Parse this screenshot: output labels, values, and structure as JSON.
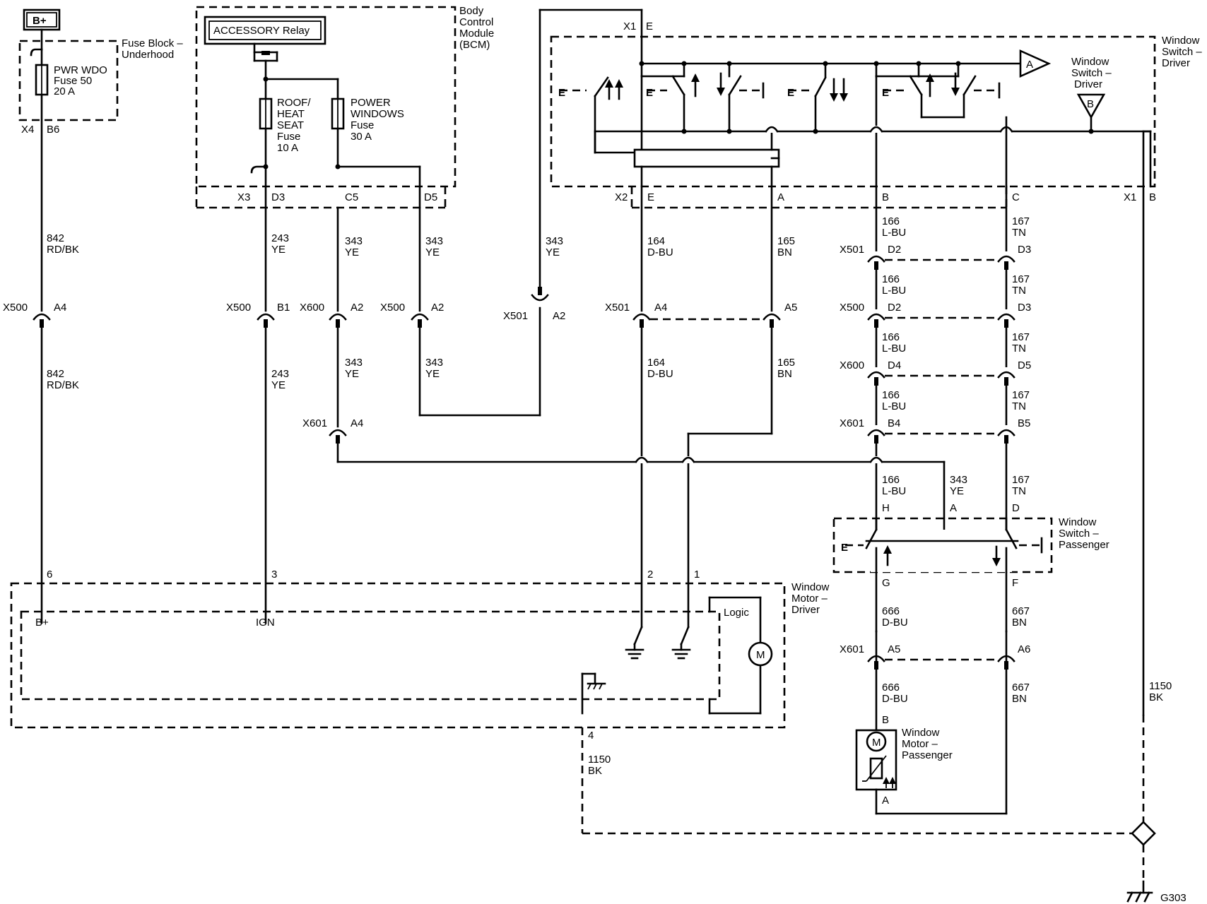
{
  "components": {
    "battery": "B+",
    "fuse_block_underhood": [
      "Fuse Block –",
      "Underhood"
    ],
    "pwr_wdo_fuse": [
      "PWR WDO",
      "Fuse 50",
      "20 A"
    ],
    "accessory_relay": "ACCESSORY Relay",
    "roof_heat_seat_fuse": [
      "ROOF/",
      "HEAT",
      "SEAT",
      "Fuse",
      "10 A"
    ],
    "power_windows_fuse": [
      "POWER",
      "WINDOWS",
      "Fuse",
      "30 A"
    ],
    "bcm": [
      "Body",
      "Control",
      "Module",
      "(BCM)"
    ],
    "window_switch_driver": [
      "Window",
      "Switch –",
      "Driver"
    ],
    "window_switch_driver_ref": [
      "Window",
      "Switch –",
      "Driver"
    ],
    "window_switch_passenger": [
      "Window",
      "Switch –",
      "Passenger"
    ],
    "window_motor_driver": [
      "Window",
      "Motor –",
      "Driver"
    ],
    "window_motor_passenger": [
      "Window",
      "Motor –",
      "Passenger"
    ],
    "logic": "Logic",
    "motor_symbol": "M",
    "b_plus_pin": "B+",
    "ign_pin": "IGN",
    "ground": "G303",
    "ref_a": "A",
    "ref_b": "B"
  },
  "connectors": {
    "x4": "X4",
    "x4_pin": "B6",
    "x3": "X3",
    "x3_pin_d3": "D3",
    "x3_pin_c5": "C5",
    "x3_pin_d5": "D5",
    "x1_top": "X1",
    "x1_top_pin": "E",
    "x2": "X2",
    "x2_pin_e": "E",
    "x2_pin_a": "A",
    "x2_pin_b": "B",
    "x2_pin_c": "C",
    "x1_right": "X1",
    "x1_right_pin": "B",
    "inline": [
      {
        "name": "X500",
        "pin": "A4"
      },
      {
        "name": "X500",
        "pin": "B1"
      },
      {
        "name": "X600",
        "pin": "A2"
      },
      {
        "name": "X500",
        "pin": "A2"
      },
      {
        "name": "X501",
        "pin": "A2"
      },
      {
        "name": "X501",
        "pin": "A4"
      },
      {
        "name": "",
        "pin": "A5"
      },
      {
        "name": "X601",
        "pin": "A4"
      },
      {
        "name": "X501",
        "pin": "D2"
      },
      {
        "name": "",
        "pin": "D3"
      },
      {
        "name": "X500",
        "pin": "D2"
      },
      {
        "name": "",
        "pin": "D3"
      },
      {
        "name": "X600",
        "pin": "D4"
      },
      {
        "name": "",
        "pin": "D5"
      },
      {
        "name": "X601",
        "pin": "B4"
      },
      {
        "name": "",
        "pin": "B5"
      },
      {
        "name": "X601",
        "pin": "A5"
      },
      {
        "name": "",
        "pin": "A6"
      }
    ],
    "passenger_switch_pins": {
      "h": "H",
      "a": "A",
      "d": "D",
      "g": "G",
      "f": "F"
    },
    "motor_driver_pins": {
      "p6": "6",
      "p3": "3",
      "p2": "2",
      "p1": "1",
      "p4": "4"
    },
    "motor_passenger_pins": {
      "b": "B",
      "a": "A"
    }
  },
  "wires": [
    {
      "circuit": "842",
      "color": "RD/BK"
    },
    {
      "circuit": "842",
      "color": "RD/BK"
    },
    {
      "circuit": "243",
      "color": "YE"
    },
    {
      "circuit": "243",
      "color": "YE"
    },
    {
      "circuit": "343",
      "color": "YE"
    },
    {
      "circuit": "343",
      "color": "YE"
    },
    {
      "circuit": "343",
      "color": "YE"
    },
    {
      "circuit": "343",
      "color": "YE"
    },
    {
      "circuit": "343",
      "color": "YE"
    },
    {
      "circuit": "164",
      "color": "D-BU"
    },
    {
      "circuit": "164",
      "color": "D-BU"
    },
    {
      "circuit": "165",
      "color": "BN"
    },
    {
      "circuit": "165",
      "color": "BN"
    },
    {
      "circuit": "166",
      "color": "L-BU"
    },
    {
      "circuit": "166",
      "color": "L-BU"
    },
    {
      "circuit": "166",
      "color": "L-BU"
    },
    {
      "circuit": "166",
      "color": "L-BU"
    },
    {
      "circuit": "166",
      "color": "L-BU"
    },
    {
      "circuit": "167",
      "color": "TN"
    },
    {
      "circuit": "167",
      "color": "TN"
    },
    {
      "circuit": "167",
      "color": "TN"
    },
    {
      "circuit": "167",
      "color": "TN"
    },
    {
      "circuit": "167",
      "color": "TN"
    },
    {
      "circuit": "343",
      "color": "YE"
    },
    {
      "circuit": "666",
      "color": "D-BU"
    },
    {
      "circuit": "666",
      "color": "D-BU"
    },
    {
      "circuit": "667",
      "color": "BN"
    },
    {
      "circuit": "667",
      "color": "BN"
    },
    {
      "circuit": "1150",
      "color": "BK"
    },
    {
      "circuit": "1150",
      "color": "BK"
    }
  ]
}
